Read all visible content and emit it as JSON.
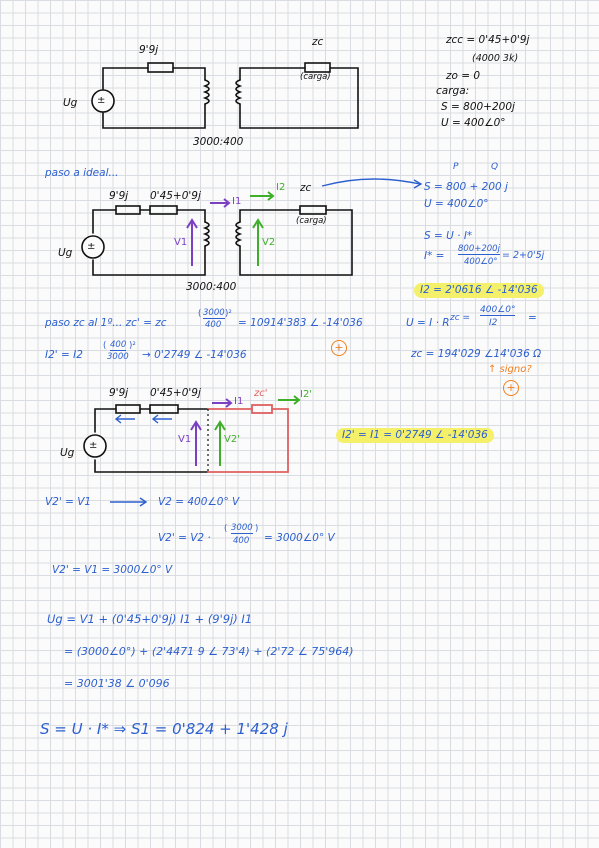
{
  "colors": {
    "ink": "#111111",
    "blue": "#2c5fcf",
    "purple": "#7b3fc4",
    "green": "#3fae2a",
    "orange": "#f08020",
    "red": "#e06060",
    "highlight": "#f4f06a"
  },
  "circuit1": {
    "zline": "9'9j",
    "zc": "zc",
    "carga": "(carga)",
    "ug": "Ug",
    "source": "±",
    "ratio": "3000:400"
  },
  "given": {
    "zcc": "zcc = 0'45+0'9j",
    "base": "(4000 3k)",
    "zo": "zo = 0",
    "carga": "carga:",
    "s": "S = 800+200j",
    "u": "U = 400∠0°"
  },
  "ideal": {
    "title": "paso a ideal...",
    "zline": "9'9j",
    "zcc": "0'45+0'9j",
    "i1": "I1",
    "i2": "I2",
    "zc": "zc",
    "carga": "(carga)",
    "ug": "Ug",
    "v1": "V1",
    "v2": "V2",
    "ratio": "3000:400"
  },
  "right_calc": {
    "p": "P",
    "q": "Q",
    "s": "S = 800 + 200 j",
    "u": "U = 400∠0°",
    "s_formula": "S = U · I*",
    "i_star": "I* =",
    "num": "800+200j",
    "den": "400∠0°",
    "i_star_res": "= 2+0'5j",
    "i2": "I2 = 2'0616 ∠ -14'036",
    "ohm": "U = I · R",
    "zc_eq": "zc =",
    "zc_num": "400∠0°",
    "zc_den": "I2",
    "zc_tail": "=",
    "zc_res": "zc = 194'029 ∠14'036 Ω",
    "signo": "↑ signo?",
    "plus": "+"
  },
  "reflect": {
    "line1": "paso zc al 1º...   zc' = zc",
    "frac_num": "3000",
    "frac_den": "400",
    "line1_res": "= 10914'383 ∠ -14'036",
    "plus": "+",
    "line2": "I2' = I2",
    "frac2_num": "400",
    "frac2_den": "3000",
    "line2_res": "→  0'2749  ∠ -14'036"
  },
  "circuit3": {
    "zline": "9'9j",
    "zcc": "0'45+0'9j",
    "i1": "I1",
    "zcp": "zc'",
    "i2p": "I2'",
    "ug": "Ug",
    "v1": "V1",
    "v2p": "V2'",
    "i_eq": "I2' = I1 = 0'2749 ∠ -14'036"
  },
  "equations": {
    "e1a": "V2' = V1",
    "e1b": "V2 = 400∠0° V",
    "e2": "V2' = V2 ·",
    "e2_num": "3000",
    "e2_den": "400",
    "e2_res": "= 3000∠0° V",
    "e3": "V2' = V1  =  3000∠0° V",
    "ug1": "Ug = V1 + (0'45+0'9j) I1 + (9'9j) I1",
    "ug2": "= (3000∠0°) + (2'4471 9 ∠ 73'4) + (2'72 ∠ 75'964)",
    "ug3": "=  3001'38 ∠ 0'096",
    "s_final": "S = U · I*  ⇒ S1 =  0'824  +  1'428 j"
  }
}
